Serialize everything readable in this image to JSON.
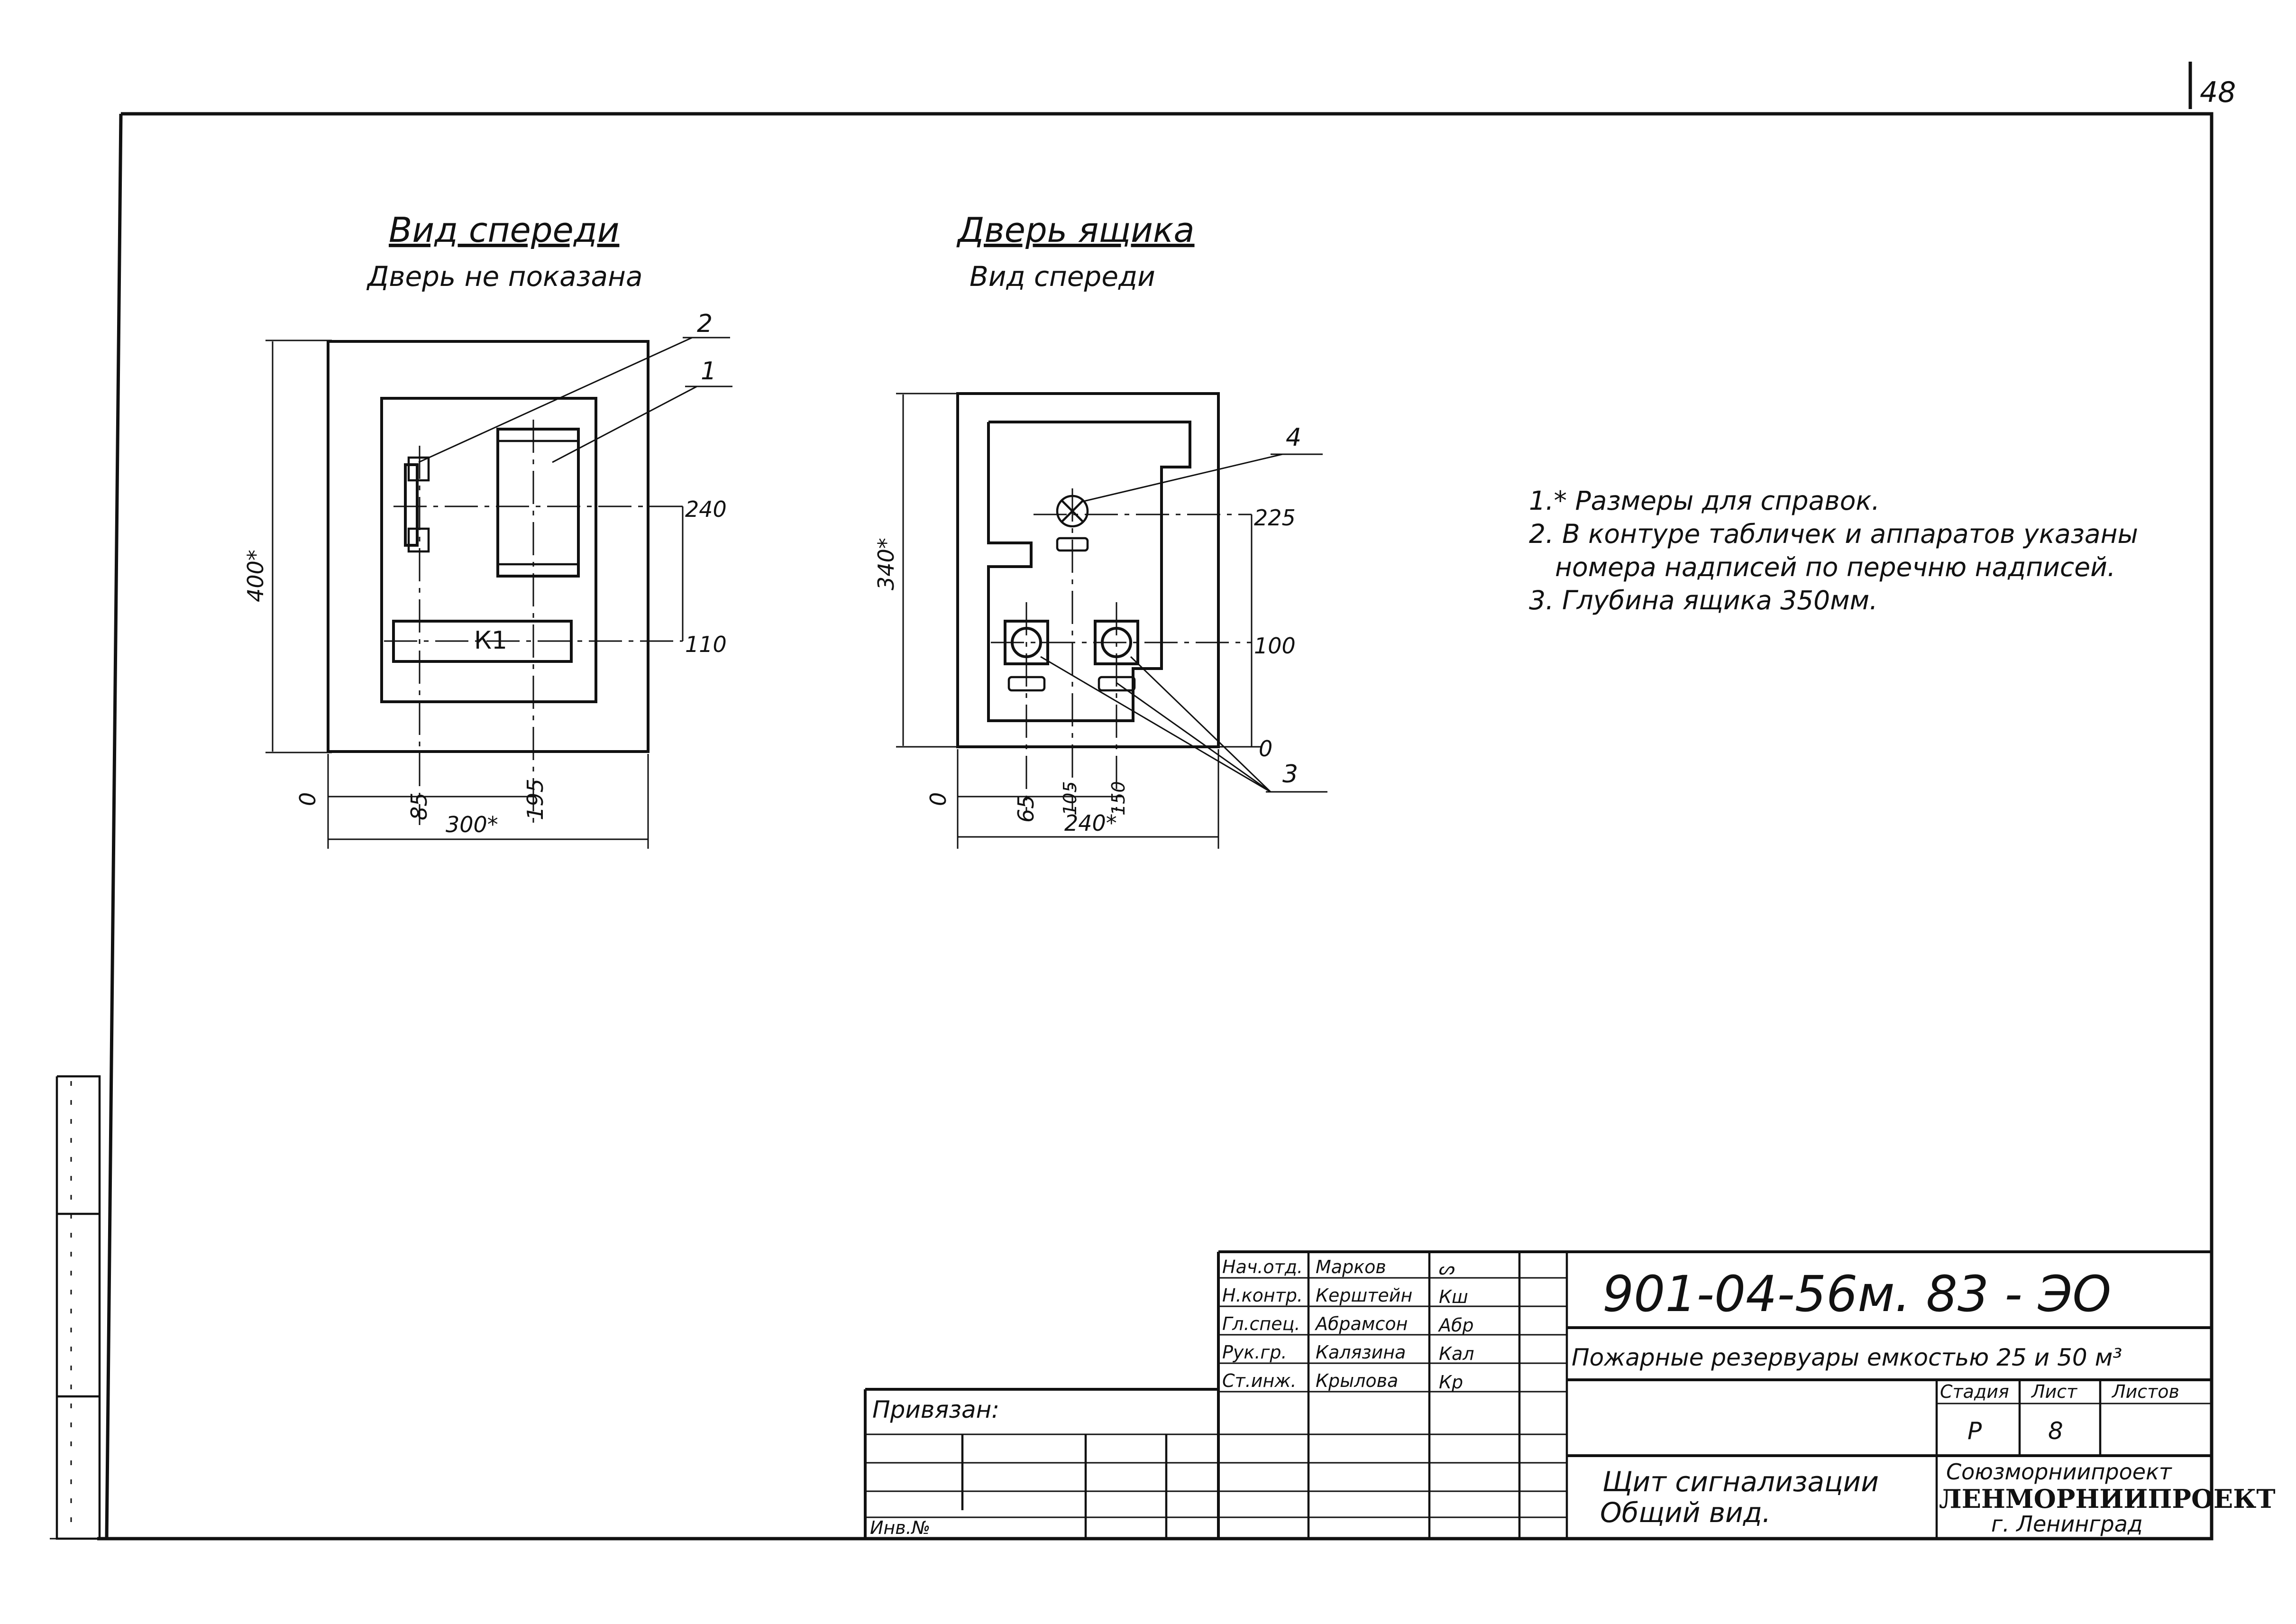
{
  "page": {
    "sheet_number": "48"
  },
  "views": {
    "front": {
      "title": "Вид спереди",
      "subtitle": "Дверь не показана",
      "plate_label": "К1",
      "dims": {
        "height": "400*",
        "width": "300*",
        "zero_h": "0",
        "x1": "85",
        "x2": "195",
        "y1": "240",
        "y2": "110"
      },
      "callouts": [
        "2",
        "1"
      ]
    },
    "door": {
      "title": "Дверь ящика",
      "subtitle": "Вид спереди",
      "dims": {
        "height": "340*",
        "width": "240*",
        "zero_h": "0",
        "zero_v": "0",
        "x1": "65",
        "x2": "105",
        "x3": "150",
        "y1": "225",
        "y2": "100"
      },
      "callouts": [
        "4",
        "3"
      ]
    }
  },
  "notes": [
    "1.* Размеры для справок.",
    "2. В контуре табличек и аппаратов указаны",
    "номера надписей по перечню надписей.",
    "3. Глубина ящика 350мм."
  ],
  "title_block": {
    "signatures": [
      {
        "role": "Нач.отд.",
        "name": "Марков",
        "sign": "ᔕ"
      },
      {
        "role": "Н.контр.",
        "name": "Керштейн",
        "sign": "Кш"
      },
      {
        "role": "Гл.спец.",
        "name": "Абрамсон",
        "sign": "Абр"
      },
      {
        "role": "Рук.гр.",
        "name": "Калязина",
        "sign": "Кал"
      },
      {
        "role": "Ст.инж.",
        "name": "Крылова",
        "sign": "Кр"
      }
    ],
    "attached_label": "Привязан:",
    "inv_label": "Инв.№",
    "code": "901-04-56м. 83 - ЭО",
    "project": "Пожарные резервуары емкостью 25 и 50 м³",
    "stage_label": "Стадия",
    "sheet_label": "Лист",
    "sheets_label": "Листов",
    "stage": "Р",
    "sheet": "8",
    "drawing_title_1": "Щит сигнализации",
    "drawing_title_2": "Общий вид.",
    "org_1": "Союзморниипроект",
    "org_2": "ЛЕНМОРНИИПРОЕКТ",
    "org_3": "г. Ленинград"
  }
}
